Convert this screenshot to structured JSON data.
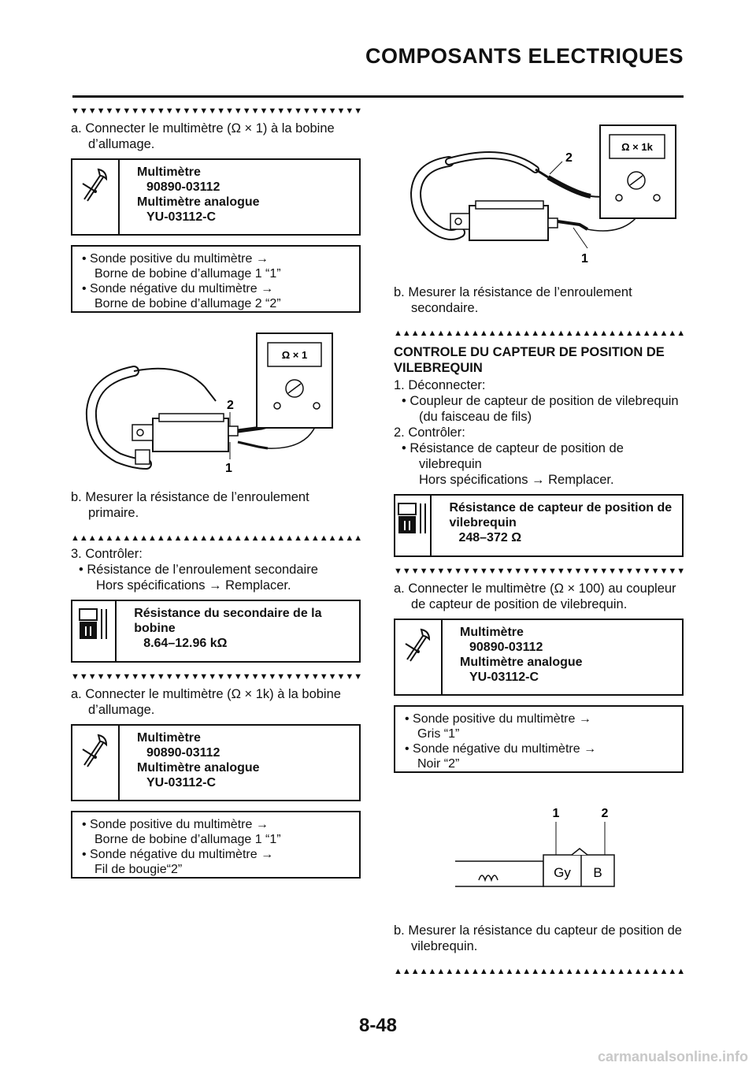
{
  "header": {
    "title": "COMPOSANTS ELECTRIQUES"
  },
  "marks": {
    "down": "▼▼▼▼▼▼▼▼▼▼▼▼▼▼▼▼▼▼▼▼▼▼▼▼▼▼▼▼▼▼▼▼▼▼▼▼▼▼▼▼",
    "up": "▲▲▲▲▲▲▲▲▲▲▲▲▲▲▲▲▲▲▲▲▲▲▲▲▲▲▲▲▲▲▲▲▲▲▲▲▲▲▲▲"
  },
  "left": {
    "step_a1": "a.  Connecter le multimètre (Ω × 1) à la bobine d’allumage.",
    "tool1": {
      "name1": "Multimètre",
      "code1": "90890-03112",
      "name2": "Multimètre analogue",
      "code2": "YU-03112-C"
    },
    "note1": {
      "l1": "• Sonde positive du multimètre →",
      "l2": "Borne de bobine d’allumage 1 “1”",
      "l3": "• Sonde négative du multimètre →",
      "l4": "Borne de bobine d’allumage 2 “2”"
    },
    "fig1": {
      "meter": "Ω × 1",
      "label1": "1",
      "label2": "2"
    },
    "step_b1": "b.  Mesurer la résistance de l’enroulement primaire.",
    "step3": "3.  Contrôler:",
    "step3_item": "• Résistance de l’enroulement secondaire",
    "step3_action": "Hors spécifications → Remplacer.",
    "spec1": {
      "title": "Résistance du secondaire de la bobine",
      "value": "8.64–12.96 kΩ"
    },
    "step_a2": "a.  Connecter le multimètre (Ω × 1k) à la bobine d’allumage.",
    "tool2": {
      "name1": "Multimètre",
      "code1": "90890-03112",
      "name2": "Multimètre analogue",
      "code2": "YU-03112-C"
    },
    "note2": {
      "l1": "• Sonde positive du multimètre →",
      "l2": "Borne de bobine d’allumage 1 “1”",
      "l3": "• Sonde négative du multimètre →",
      "l4": "Fil de bougie“2”"
    }
  },
  "right": {
    "fig2": {
      "meter": "Ω × 1k",
      "label1": "1",
      "label2": "2"
    },
    "step_b2": "b.  Mesurer la résistance de l’enroulement secondaire.",
    "heading": "CONTROLE DU CAPTEUR DE POSITION DE VILEBREQUIN",
    "step1": "1.  Déconnecter:",
    "step1_item": "• Coupleur de capteur de position de vilebrequin",
    "step1_sub": "(du faisceau de fils)",
    "step2": "2.  Contrôler:",
    "step2_item": "• Résistance de capteur de position de vilebrequin",
    "step2_action": "Hors spécifications → Remplacer.",
    "spec2": {
      "title": "Résistance de capteur de position de vilebrequin",
      "value": "248–372 Ω"
    },
    "step_a3": "a.  Connecter le multimètre (Ω × 100) au coupleur de capteur de position de vilebrequin.",
    "tool3": {
      "name1": "Multimètre",
      "code1": "90890-03112",
      "name2": "Multimètre analogue",
      "code2": "YU-03112-C"
    },
    "note3": {
      "l1": "• Sonde positive du multimètre →",
      "l2": "Gris “1”",
      "l3": "• Sonde négative du multimètre →",
      "l4": "Noir “2”"
    },
    "fig3": {
      "label1": "1",
      "label2": "2",
      "wire1": "Gy",
      "wire2": "B"
    },
    "step_b3": "b.  Mesurer la résistance du capteur de position de vilebrequin."
  },
  "page_number": "8-48",
  "footer": "carmanualsonline.info"
}
